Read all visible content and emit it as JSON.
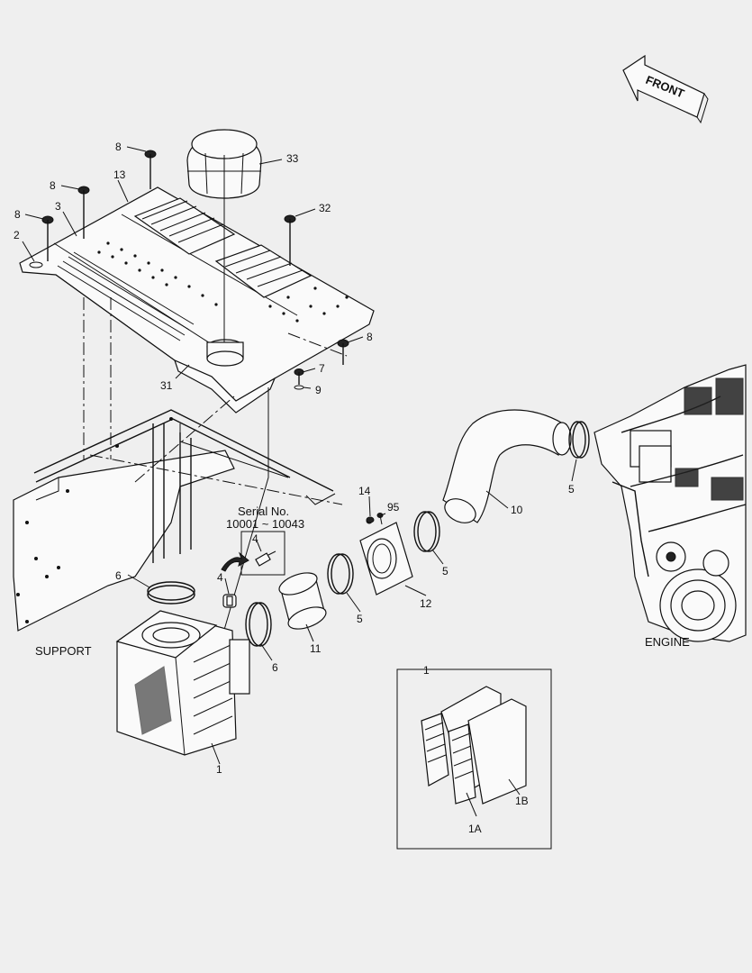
{
  "orientation": {
    "arrow_label": "FRONT"
  },
  "labels": {
    "support": "SUPPORT",
    "engine": "ENGINE",
    "serial_title": "Serial No.",
    "serial_range": "10001 ~ 10043"
  },
  "callouts": {
    "c1_main": "1",
    "c1_box": "1",
    "c1a": "1A",
    "c1b": "1B",
    "c2": "2",
    "c3": "3",
    "c4_main": "4",
    "c4_inset": "4",
    "c5_clamp_a": "5",
    "c5_clamp_b": "5",
    "c5_clamp_c": "5",
    "c6_left": "6",
    "c6_right": "6",
    "c7": "7",
    "c8_a": "8",
    "c8_b": "8",
    "c8_c": "8",
    "c8_d": "8",
    "c9": "9",
    "c10": "10",
    "c11": "11",
    "c12": "12",
    "c13": "13",
    "c14": "14",
    "c31": "31",
    "c32": "32",
    "c33": "33",
    "c95": "95"
  }
}
